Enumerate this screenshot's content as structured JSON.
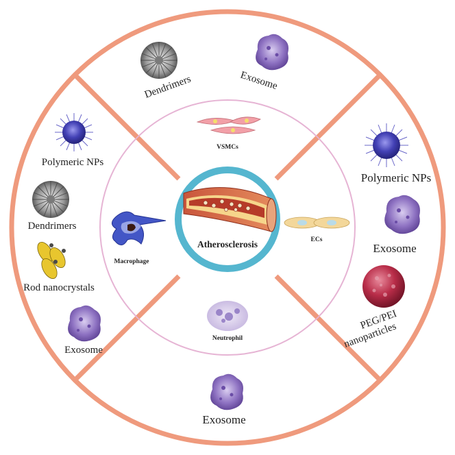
{
  "center": {
    "label": "Atherosclerosis"
  },
  "inner_cells": {
    "vsmcs": "VSMCs",
    "ecs": "ECs",
    "neutrophil": "Neutrophil",
    "macrophage": "Macrophage"
  },
  "outer": {
    "top": [
      "Dendrimers",
      "Exosome"
    ],
    "right": [
      "Polymeric NPs",
      "Exosome",
      "PEG/PEI",
      "nanoparticles"
    ],
    "bottom": [
      "Exosome"
    ],
    "left": [
      "Polymeric NPs",
      "Dendrimers",
      "Rod nanocrystals",
      "Exosome"
    ]
  },
  "colors": {
    "outer_ring": "#ef9a7d",
    "inner_ring": "#e6b4d4",
    "vessel_ring": "#55b6cf",
    "exosome": "#8e72c2",
    "polymeric": "#3e3ca6",
    "peg_pei": "#b82c48",
    "rod": "#e8c62e"
  }
}
